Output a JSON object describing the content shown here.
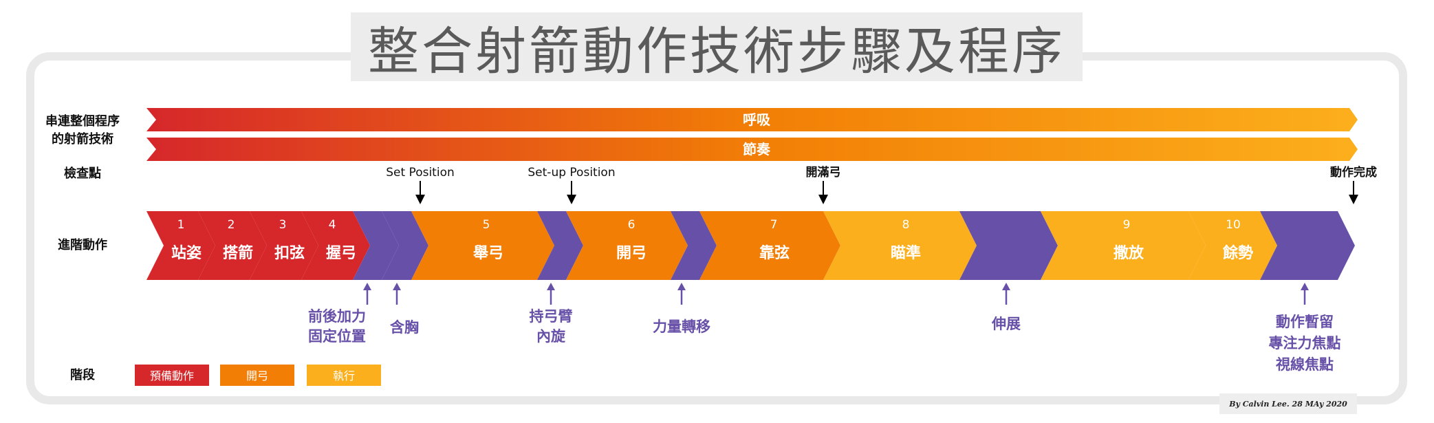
{
  "title": "整合射箭動作技術步驟及程序",
  "row_labels": {
    "holistic_line1": "串連整個程序",
    "holistic_line2": "的射箭技術",
    "checkpoints": "檢查點",
    "actions": "進階動作",
    "phases": "階段"
  },
  "bars": {
    "breathing": "呼吸",
    "rhythm": "節奏"
  },
  "checkpoints": {
    "set_position": "Set Position",
    "setup_position": "Set-up Position",
    "full_draw": "開滿弓",
    "complete": "動作完成"
  },
  "steps": [
    {
      "num": "1",
      "label": "站姿"
    },
    {
      "num": "2",
      "label": "搭箭"
    },
    {
      "num": "3",
      "label": "扣弦"
    },
    {
      "num": "4",
      "label": "握弓"
    },
    {
      "num": "5",
      "label": "舉弓"
    },
    {
      "num": "6",
      "label": "開弓"
    },
    {
      "num": "7",
      "label": "靠弦"
    },
    {
      "num": "8",
      "label": "瞄準"
    },
    {
      "num": "9",
      "label": "撒放"
    },
    {
      "num": "10",
      "label": "餘勢"
    }
  ],
  "annotations": {
    "fix_position_line1": "前後加力",
    "fix_position_line2": "固定位置",
    "chest": "含胸",
    "bow_arm_line1": "持弓臂",
    "bow_arm_line2": "內旋",
    "transfer": "力量轉移",
    "expansion": "伸展",
    "follow_line1": "動作暫留",
    "follow_line2": "專注力焦點",
    "follow_line3": "視線焦點"
  },
  "legend": [
    {
      "label": "預備動作",
      "color": "#d6272b"
    },
    {
      "label": "開弓",
      "color": "#f27e06"
    },
    {
      "label": "執行",
      "color": "#fcaf1c"
    }
  ],
  "colors": {
    "red": "#d6272b",
    "orange": "#f27e06",
    "yellow": "#fcaf1c",
    "purple": "#6750a8"
  },
  "credit": "By Calvin Lee. 28 MAy  2020"
}
